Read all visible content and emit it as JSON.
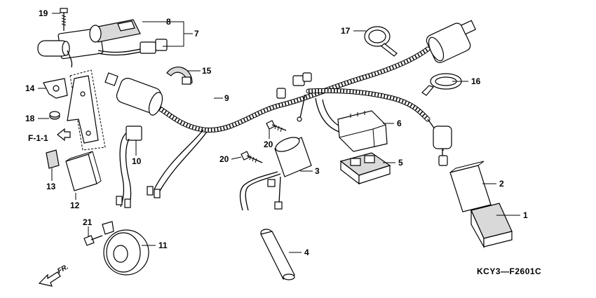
{
  "diagram": {
    "labels": {
      "p1": "1",
      "p2": "2",
      "p3": "3",
      "p4": "4",
      "p5": "5",
      "p6": "6",
      "p7": "7",
      "p8": "8",
      "p9": "9",
      "p10": "10",
      "p11": "11",
      "p12": "12",
      "p13": "13",
      "p14": "14",
      "p15": "15",
      "p16": "16",
      "p17": "17",
      "p18": "18",
      "p19": "19",
      "p20a": "20",
      "p20b": "20",
      "p21": "21"
    },
    "reference": "F-1-1",
    "direction": "FR.",
    "drawing_code": "KCY3—F2601C"
  }
}
